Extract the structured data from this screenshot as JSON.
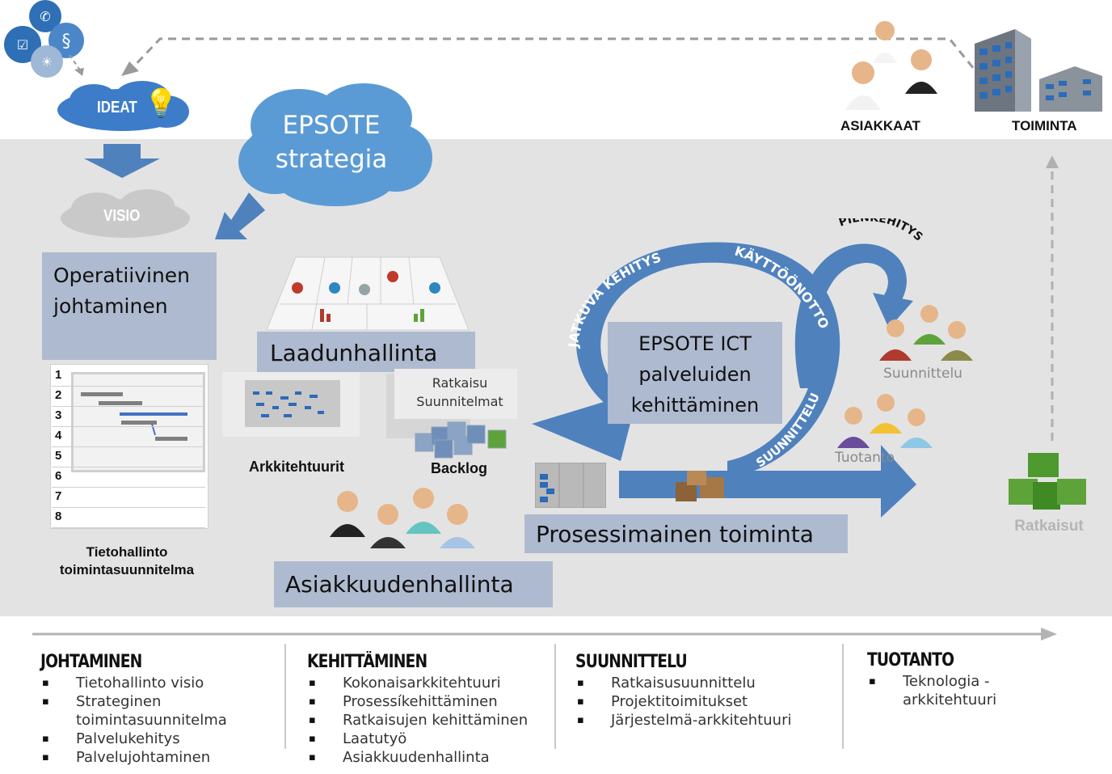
{
  "top": {
    "ideat_label": "IDEAT",
    "visio_label": "VISIO",
    "epsote_strategia": "EPSOTE strategia",
    "asiakkaat_label": "ASIAKKAAT",
    "toiminta_label": "TOIMINTA"
  },
  "boxes": {
    "operatiivinen": "Operatiivinen johtaminen",
    "laadunhallinta": "Laadunhallinta",
    "asiakkuudenhallinta": "Asiakkuudenhallinta",
    "prosessimainen": "Prosessimainen toiminta",
    "epsote_ict": "EPSOTE ICT palveluiden kehittäminen",
    "ratkaisu_suunnitelmat": "Ratkaisu Suunnitelmat"
  },
  "captions": {
    "tietohallinto": "Tietohallinto toimintasuunnitelma",
    "arkkitehtuurit": "Arkkitehtuurit",
    "backlog": "Backlog",
    "suunnittelu": "Suunnittelu",
    "tuotanto": "Tuotanto",
    "ratkaisut": "Ratkaisut"
  },
  "cycle": {
    "jatkuva_kehitys": "JATKUVA KEHITYS",
    "kayttoonotto": "KÄYTTÖÖNOTTO",
    "suunnittelu": "SUUNNITTELU",
    "pienkehitys": "PIENKEHITYS"
  },
  "gantt": {
    "rows": [
      "1",
      "2",
      "3",
      "4",
      "5",
      "6",
      "7",
      "8"
    ]
  },
  "columns": [
    {
      "title": "JOHTAMINEN",
      "items": [
        "Tietohallinto visio",
        "Strateginen toimintasuunnitelma",
        "Palvelukehitys",
        "Palvelujohtaminen"
      ]
    },
    {
      "title": "KEHITTÄMINEN",
      "items": [
        "Kokonaisarkkitehtuuri",
        "Prosessíkehittäminen",
        "Ratkaisujen kehittäminen",
        "Laatutyö",
        "Asiakkuudenhallinta"
      ]
    },
    {
      "title": "SUUNNITTELU",
      "items": [
        "Ratkaisusuunnittelu",
        "Projektitoimitukset",
        "Järjestelmä-arkkitehtuuri"
      ]
    },
    {
      "title": "TUOTANTO",
      "items": [
        "Teknologia - arkkitehtuuri"
      ]
    }
  ],
  "bullet_glyph": "▪",
  "colors": {
    "band": "#e3e3e3",
    "box": "#aebacf",
    "blue": "#4f81bd",
    "cloud": "#5b9bd5",
    "green": "#5ea33a"
  }
}
